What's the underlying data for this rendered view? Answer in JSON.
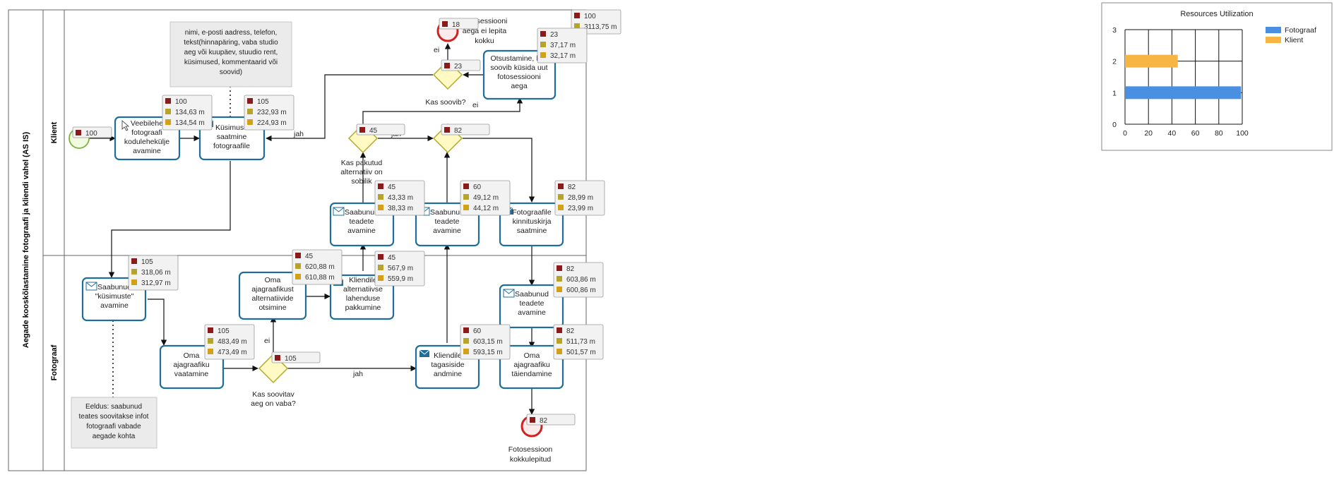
{
  "pool": {
    "title": "Aegade kooskõlastamine fotograafi ja kliendi vahel (AS IS)",
    "lanes": [
      "Klient",
      "Fotograaf"
    ]
  },
  "tasks": {
    "t_veebilehe": [
      "Veebilehe",
      "fotograafi",
      "kodulehekülje",
      "avamine"
    ],
    "t_kysimuse_saatmine": [
      "Küsimuse",
      "saatmine",
      "fotograafile"
    ],
    "t_otsustamine": [
      "Otsustamine, kas",
      "soovib küsida uut",
      "fotosessiooni",
      "aega"
    ],
    "t_saabunud_teadete_1": [
      "Saabunud",
      "teadete",
      "avamine"
    ],
    "t_saabunud_teadete_2": [
      "Saabunud",
      "teadete",
      "avamine"
    ],
    "t_kinnituskirja": [
      "Fotograafile",
      "kinnituskirja",
      "saatmine"
    ],
    "t_saabunud_kysimuste": [
      "Saabunud",
      "\"küsimuste\"",
      "avamine"
    ],
    "t_oma_ajagraafiku": [
      "Oma",
      "ajagraafiku",
      "vaatamine"
    ],
    "t_alternatiivide": [
      "Oma",
      "ajagraafikust",
      "alternatiivide",
      "otsimine"
    ],
    "t_lahenduse": [
      "Kliendile",
      "alternatiivse",
      "lahenduse",
      "pakkumine"
    ],
    "t_tagasiside": [
      "Kliendile",
      "tagasiside",
      "andmine"
    ],
    "t_saabunud_teadete_3": [
      "Saabunud",
      "teadete",
      "avamine"
    ],
    "t_taiendamine": [
      "Oma",
      "ajagraafiku",
      "täiendamine"
    ]
  },
  "gateways": {
    "g_kas_soovib": "Kas soovib?",
    "g_pakutud": [
      "Kas pakutud",
      "alternatiiv on",
      "sobilik"
    ],
    "g_soovitav": [
      "Kas soovitav",
      "aeg on vaba?"
    ]
  },
  "events": {
    "end_top": [
      "Fotosessiooni",
      "aega ei lepita",
      "kokku"
    ],
    "end_bottom": [
      "Fotosessioon",
      "kokkulepitud"
    ]
  },
  "flow_labels": {
    "jah_1": "jah",
    "ei_1": "ei",
    "jah_2": "jah",
    "ei_2": "ei",
    "ei_3": "ei",
    "jah_3": "jah"
  },
  "notes": {
    "note_top": [
      "nimi, e-posti aadress, telefon,",
      "tekst(hinnapäring, vaba studio",
      "aeg või kuupäev, stuudio rent,",
      "küsimused, kommentaarid või",
      "soovid)"
    ],
    "note_bottom": [
      "Eeldus: saabunud",
      "teates soovitakse infot",
      "fotograafi vabade",
      "aegade kohta"
    ]
  },
  "stats": {
    "s_start": [
      "100"
    ],
    "s_veebilehe": [
      "100",
      "134,63 m",
      "134,54 m"
    ],
    "s_kysimuse": [
      "105",
      "232,93 m",
      "224,93 m"
    ],
    "s_end_top": [
      "18"
    ],
    "s_end_top_box": [
      "100",
      "3113,75 m"
    ],
    "s_otsustamine": [
      "23",
      "37,17 m",
      "32,17 m"
    ],
    "s_g_kas_soovib": [
      "23"
    ],
    "s_g_pakutud": [
      "45"
    ],
    "s_g_merge": [
      "82"
    ],
    "s_teadete_1": [
      "45",
      "43,33 m",
      "38,33 m"
    ],
    "s_teadete_2": [
      "60",
      "49,12 m",
      "44,12 m"
    ],
    "s_kinnitus": [
      "82",
      "28,99 m",
      "23,99 m"
    ],
    "s_kysimuste": [
      "105",
      "318,06 m",
      "312,97 m"
    ],
    "s_alternatiivide": [
      "45",
      "620,88 m",
      "610,88 m"
    ],
    "s_lahenduse": [
      "45",
      "567,9 m",
      "559,9 m"
    ],
    "s_teadete_3": [
      "82",
      "603,86 m",
      "600,86 m"
    ],
    "s_ajagraafiku": [
      "105",
      "483,49 m",
      "473,49 m"
    ],
    "s_g_soovitav": [
      "105"
    ],
    "s_tagasiside": [
      "60",
      "603,15 m",
      "593,15 m"
    ],
    "s_taiendamine": [
      "82",
      "511,73 m",
      "501,57 m"
    ],
    "s_end_bottom": [
      "82"
    ]
  },
  "colors": {
    "task_border": "#1f6e99",
    "stat_count": "#8b1a1a",
    "stat_total": "#b5a32a",
    "stat_wait": "#d4a017",
    "fotograaf": "#4a90e2",
    "klient": "#f7b643"
  },
  "chart_data": {
    "type": "bar",
    "orientation": "horizontal",
    "title": "Resources Utilization",
    "series": [
      {
        "name": "Fotograaf",
        "y": 1,
        "value": 99,
        "color": "#4a90e2"
      },
      {
        "name": "Klient",
        "y": 2,
        "value": 45,
        "color": "#f7b643"
      }
    ],
    "xlim": [
      0,
      100
    ],
    "ylim": [
      0,
      3
    ],
    "xticks": [
      "0",
      "20",
      "40",
      "60",
      "80",
      "100"
    ],
    "yticks": [
      "0",
      "1",
      "2",
      "3"
    ],
    "grid": true,
    "legend": "right"
  }
}
